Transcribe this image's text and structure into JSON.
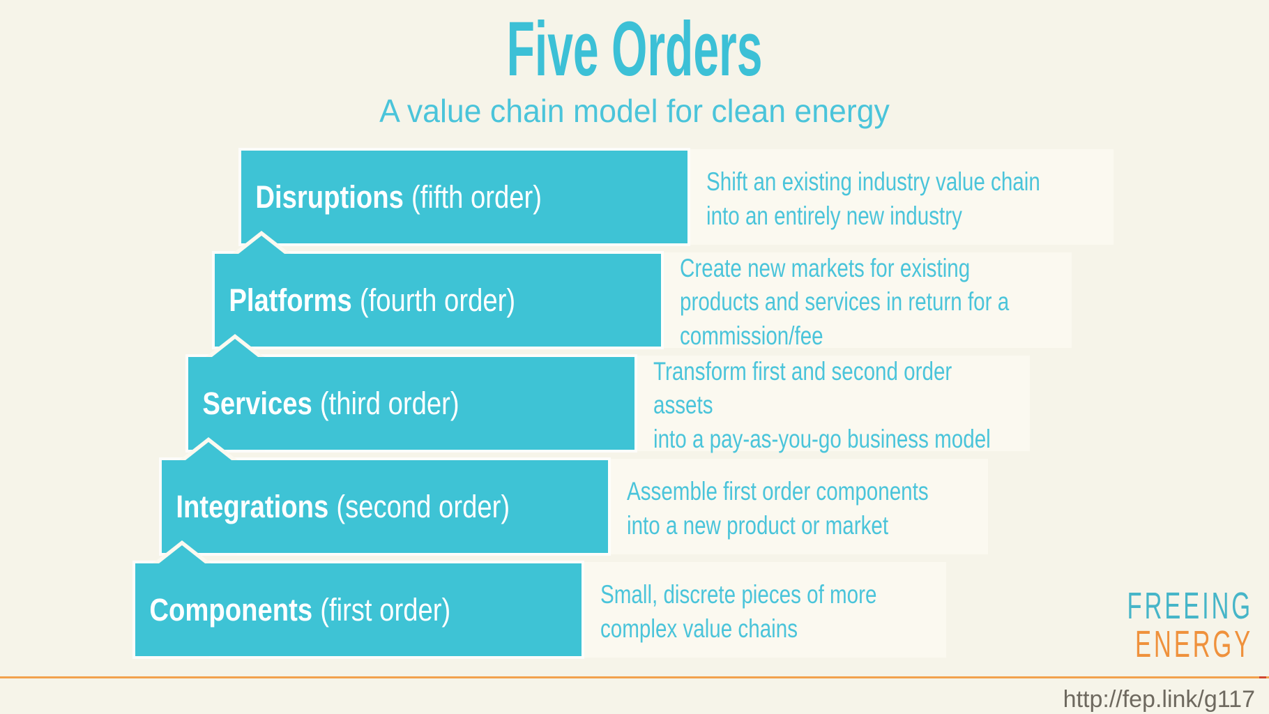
{
  "title": "Five Orders",
  "subtitle": "A value chain model for clean energy",
  "orders": [
    {
      "name": "Disruptions",
      "order_label": "(fifth order)",
      "description": "Shift an existing industry value chain\ninto an entirely new industry"
    },
    {
      "name": "Platforms",
      "order_label": "(fourth order)",
      "description": "Create new markets for existing\nproducts and services in return for a\ncommission/fee"
    },
    {
      "name": "Services",
      "order_label": "(third order)",
      "description": "Transform first and second order assets\ninto a pay-as-you-go business model"
    },
    {
      "name": "Integrations",
      "order_label": "(second order)",
      "description": "Assemble first order components\ninto a new product or market"
    },
    {
      "name": "Components",
      "order_label": "(first order)",
      "description": "Small, discrete pieces of more\ncomplex value chains"
    }
  ],
  "footer": {
    "logo_line1": "FREEING",
    "logo_line2": "ENERGY",
    "url": "http://fep.link/g117"
  },
  "colors": {
    "bg": "#f6f4e9",
    "band": "#fbf9f0",
    "box_teal": "#3ec3d5",
    "title_teal": "#3cc0d6",
    "subtitle_teal": "#4ac4da",
    "desc_teal": "#4ac4da",
    "orange": "#f2a14d",
    "tick_red": "#d0452f",
    "logo_teal": "#46b5c8",
    "logo_orange": "#ef913c",
    "url_gray": "#6e695f"
  }
}
